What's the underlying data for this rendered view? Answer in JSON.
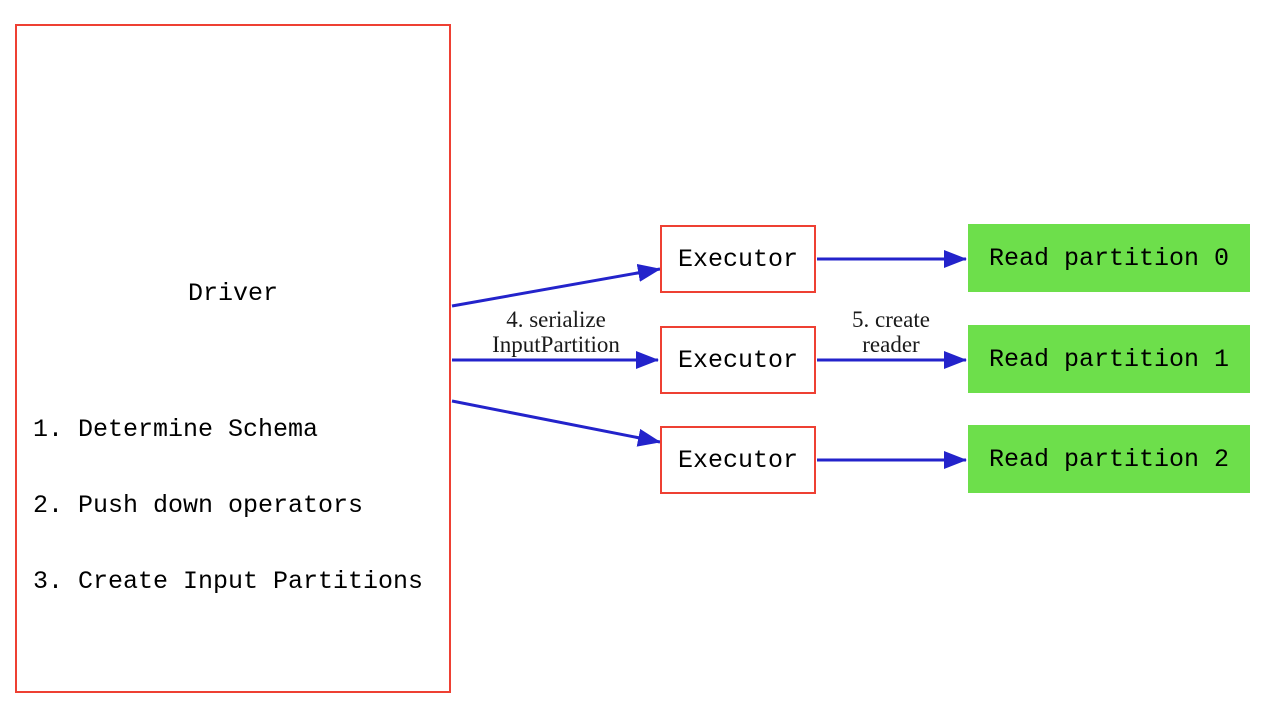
{
  "diagram": {
    "driver": {
      "title": "Driver",
      "steps": [
        "1. Determine Schema",
        "2. Push down operators",
        "3. Create Input Partitions"
      ]
    },
    "executors": [
      {
        "label": "Executor"
      },
      {
        "label": "Executor"
      },
      {
        "label": "Executor"
      }
    ],
    "partitions": [
      {
        "label": "Read partition 0"
      },
      {
        "label": "Read partition 1"
      },
      {
        "label": "Read partition 2"
      }
    ],
    "arrow_labels": {
      "serialize": {
        "line1": "4. serialize",
        "line2": "InputPartition"
      },
      "create_reader": {
        "line1": "5. create",
        "line2": "reader"
      }
    },
    "colors": {
      "node_border": "#ee4033",
      "arrow": "#2323cb",
      "partition_fill": "#6ddf4b",
      "text": "#000000",
      "background": "#ffffff"
    }
  }
}
